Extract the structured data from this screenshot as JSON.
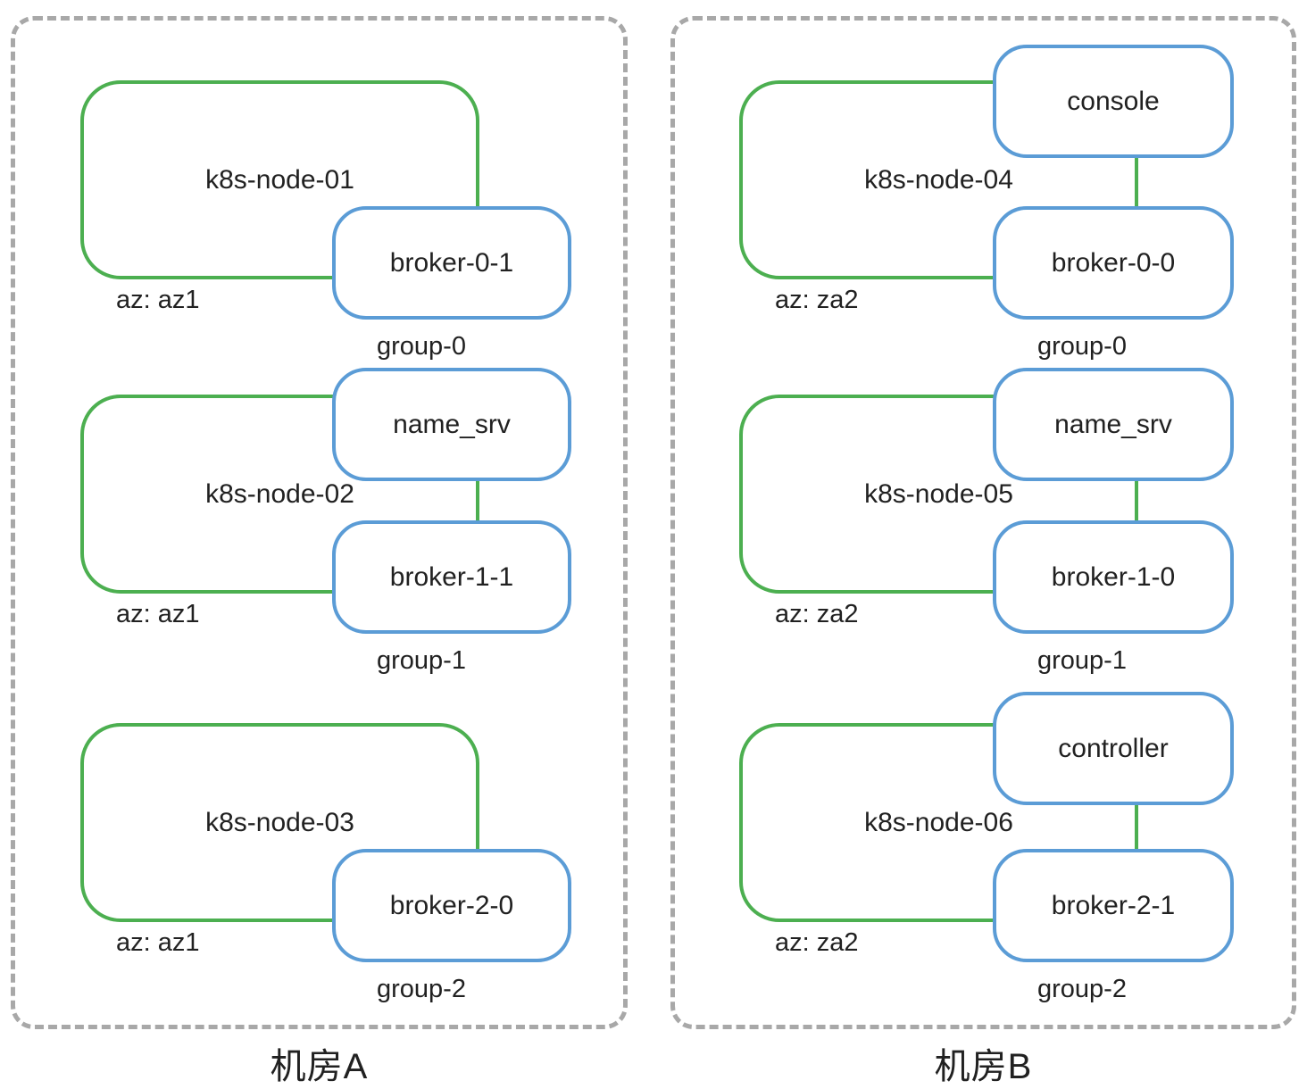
{
  "rooms": [
    {
      "title": "机房A",
      "nodes": [
        {
          "label": "k8s-node-01",
          "az": "az: az1",
          "group": "group-0",
          "pods": [
            "broker-0-1"
          ]
        },
        {
          "label": "k8s-node-02",
          "az": "az: az1",
          "group": "group-1",
          "pods": [
            "name_srv",
            "broker-1-1"
          ]
        },
        {
          "label": "k8s-node-03",
          "az": "az: az1",
          "group": "group-2",
          "pods": [
            "broker-2-0"
          ]
        }
      ]
    },
    {
      "title": "机房B",
      "nodes": [
        {
          "label": "k8s-node-04",
          "az": "az: za2",
          "group": "group-0",
          "pods": [
            "console",
            "broker-0-0"
          ]
        },
        {
          "label": "k8s-node-05",
          "az": "az: za2",
          "group": "group-1",
          "pods": [
            "name_srv",
            "broker-1-0"
          ]
        },
        {
          "label": "k8s-node-06",
          "az": "az: za2",
          "group": "group-2",
          "pods": [
            "controller",
            "broker-2-1"
          ]
        }
      ]
    }
  ],
  "colors": {
    "node_border": "#4caf50",
    "pod_border": "#5b9cd6",
    "room_border": "#a8a8a8",
    "text": "#212121"
  }
}
